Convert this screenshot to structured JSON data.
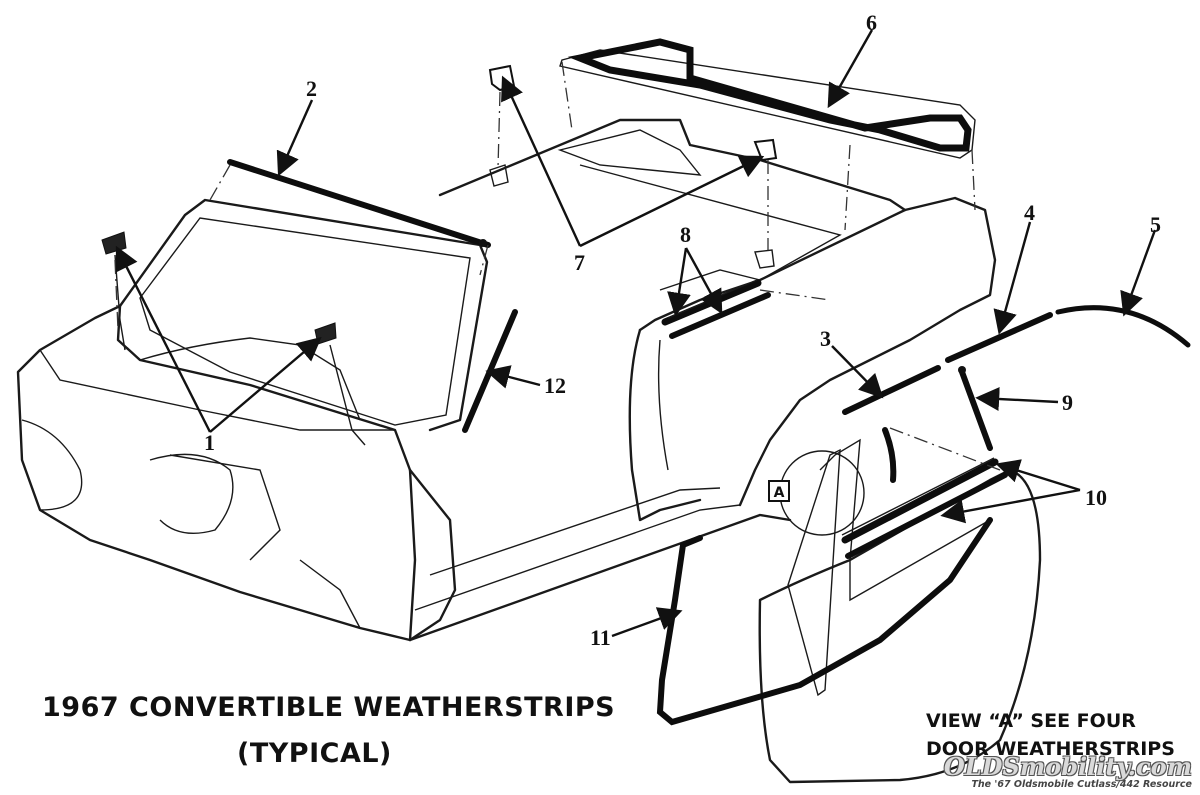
{
  "title": "1967 CONVERTIBLE WEATHERSTRIPS",
  "subtitle": "(TYPICAL)",
  "view_note": [
    "VIEW “A” SEE FOUR",
    "DOOR WEATHERSTRIPS"
  ],
  "view_marker": "A",
  "callouts": {
    "c1": "1",
    "c2": "2",
    "c3": "3",
    "c4": "4",
    "c5": "5",
    "c6": "6",
    "c7": "7",
    "c8": "8",
    "c9": "9",
    "c10": "10",
    "c11": "11",
    "c12": "12"
  },
  "watermark": {
    "logo": "OLDSmobility.com",
    "tagline": "The '67 Oldsmobile Cutlass/442 Resource"
  }
}
